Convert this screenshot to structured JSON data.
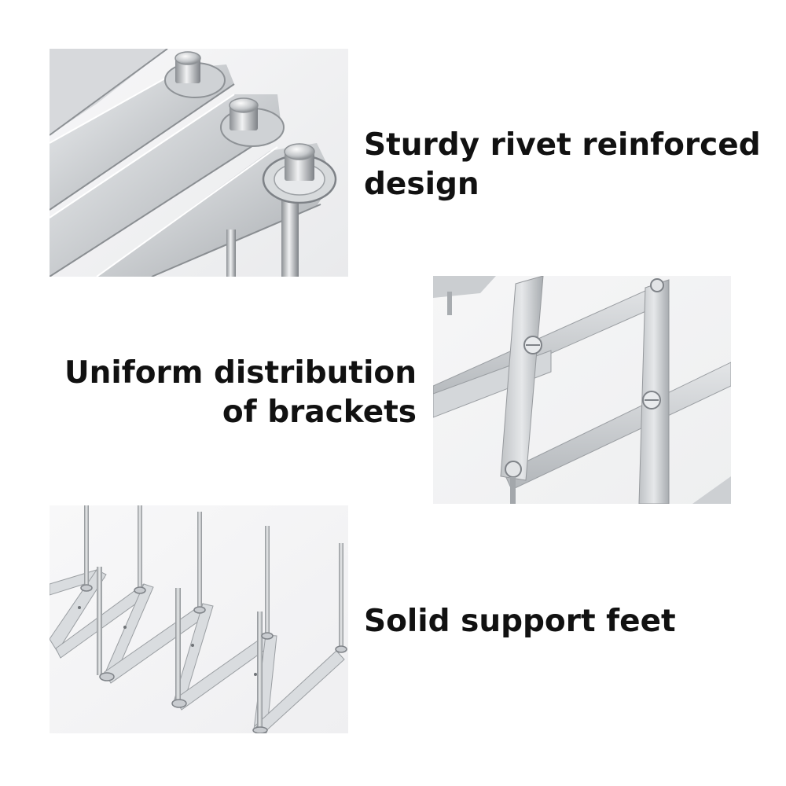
{
  "features": [
    {
      "caption_lines": [
        "Sturdy rivet reinforced",
        "design"
      ],
      "image": "rivet-closeup-photo"
    },
    {
      "caption_lines": [
        "Uniform distribution",
        "of brackets"
      ],
      "image": "bracket-lattice-photo"
    },
    {
      "caption_lines": [
        "Solid support feet"
      ],
      "image": "support-feet-photo"
    }
  ],
  "colors": {
    "background": "#ffffff",
    "text": "#111111",
    "steel_light": "#e4e6e8",
    "steel_mid": "#b9bcc0",
    "steel_dark": "#7d8186"
  }
}
